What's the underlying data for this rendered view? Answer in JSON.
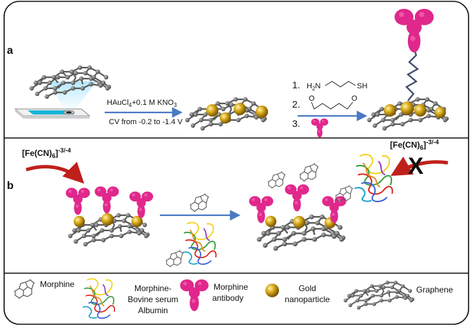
{
  "panels": {
    "a": "a",
    "b": "b"
  },
  "panel_a": {
    "reagent": "HAuCl",
    "reagent_sub": "4",
    "reagent_rest": "+0.1 M KNO",
    "reagent_sub2": "3",
    "cv_range": "CV from -0.2 to -1.4 V",
    "steps": [
      "1.",
      "2.",
      "3."
    ],
    "cysteamine_left": "H",
    "cysteamine_left_sub": "2",
    "cysteamine_n": "N",
    "cysteamine_right": "SH",
    "glut_o": "O"
  },
  "panel_b": {
    "ferro_label": "[Fe(CN)",
    "ferro_sub": "6",
    "ferro_bracket": "]",
    "ferro_sup": "-3/-4",
    "block_mark": "X"
  },
  "legend": [
    {
      "icon": "morphine-icon",
      "label": [
        "Morphine"
      ]
    },
    {
      "icon": "morphine-bsa-icon",
      "label": [
        "Morphine-",
        "Bovine serum",
        "Albumin"
      ]
    },
    {
      "icon": "antibody-icon",
      "label": [
        "Morphine",
        "antibody"
      ]
    },
    {
      "icon": "gold-nanoparticle-icon",
      "label": [
        "Gold",
        "nanoparticle"
      ]
    },
    {
      "icon": "graphene-icon",
      "label": [
        "Graphene"
      ]
    }
  ],
  "colors": {
    "antibody": "#e0288c",
    "gold": "#c99a12",
    "graphene": "#555555",
    "arrow_blue": "#4a79c4",
    "arrow_red": "#c0201c"
  }
}
